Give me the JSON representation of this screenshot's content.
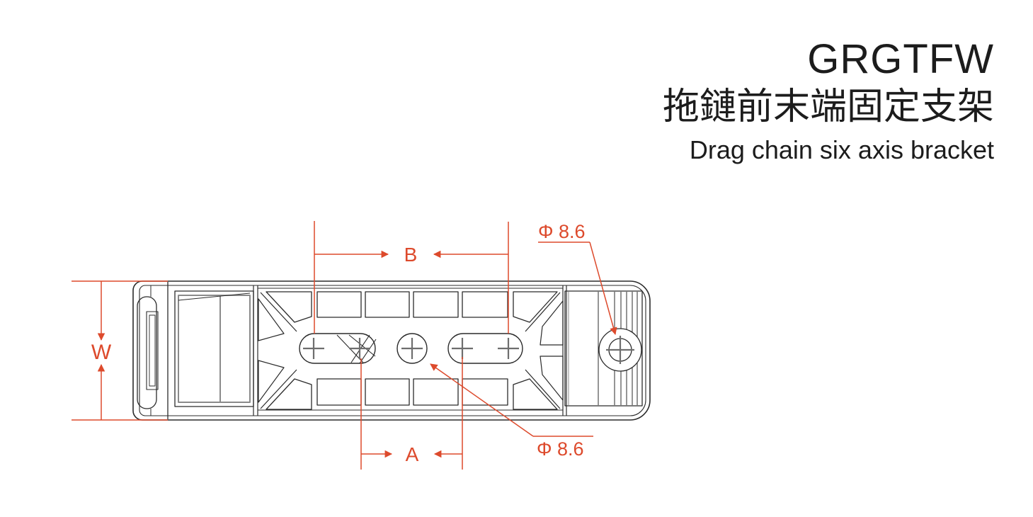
{
  "document": {
    "product_code": "GRGTFW",
    "product_name_zh": "拖鏈前末端固定支架",
    "product_name_en": "Drag chain six axis bracket"
  },
  "drawing": {
    "labels": {
      "width": "W",
      "outer_hole_spacing": "B",
      "inner_hole_spacing": "A",
      "hole_diameter_top": "Φ 8.6",
      "hole_diameter_bottom": "Φ 8.6"
    },
    "colors": {
      "dimension_red": "#dd4a2c",
      "outline_black": "#2b2b2b",
      "detail_gray": "#6e6e6e"
    }
  }
}
